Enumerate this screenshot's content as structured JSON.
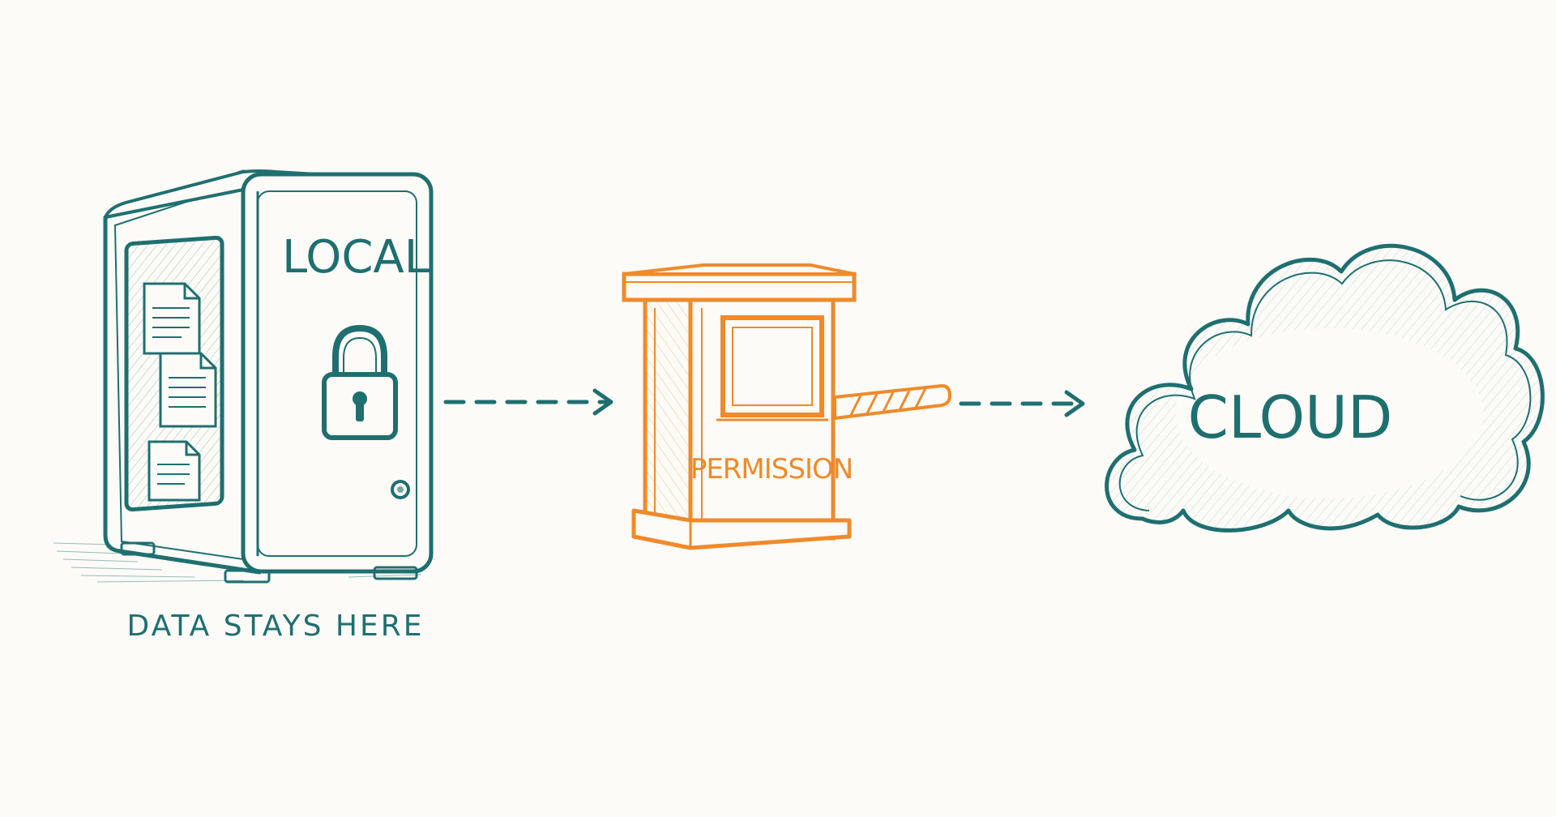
{
  "colors": {
    "background": "#fcfbf7",
    "teal": "#1f6f70",
    "orange": "#ef8a2a"
  },
  "nodes": {
    "local": {
      "label": "LOCAL",
      "caption": "DATA STAYS HERE",
      "icon": "lock-icon"
    },
    "permission": {
      "label": "PERMISSION",
      "icon": "toll-booth-icon"
    },
    "cloud": {
      "label": "CLOUD",
      "icon": "cloud-icon"
    }
  }
}
